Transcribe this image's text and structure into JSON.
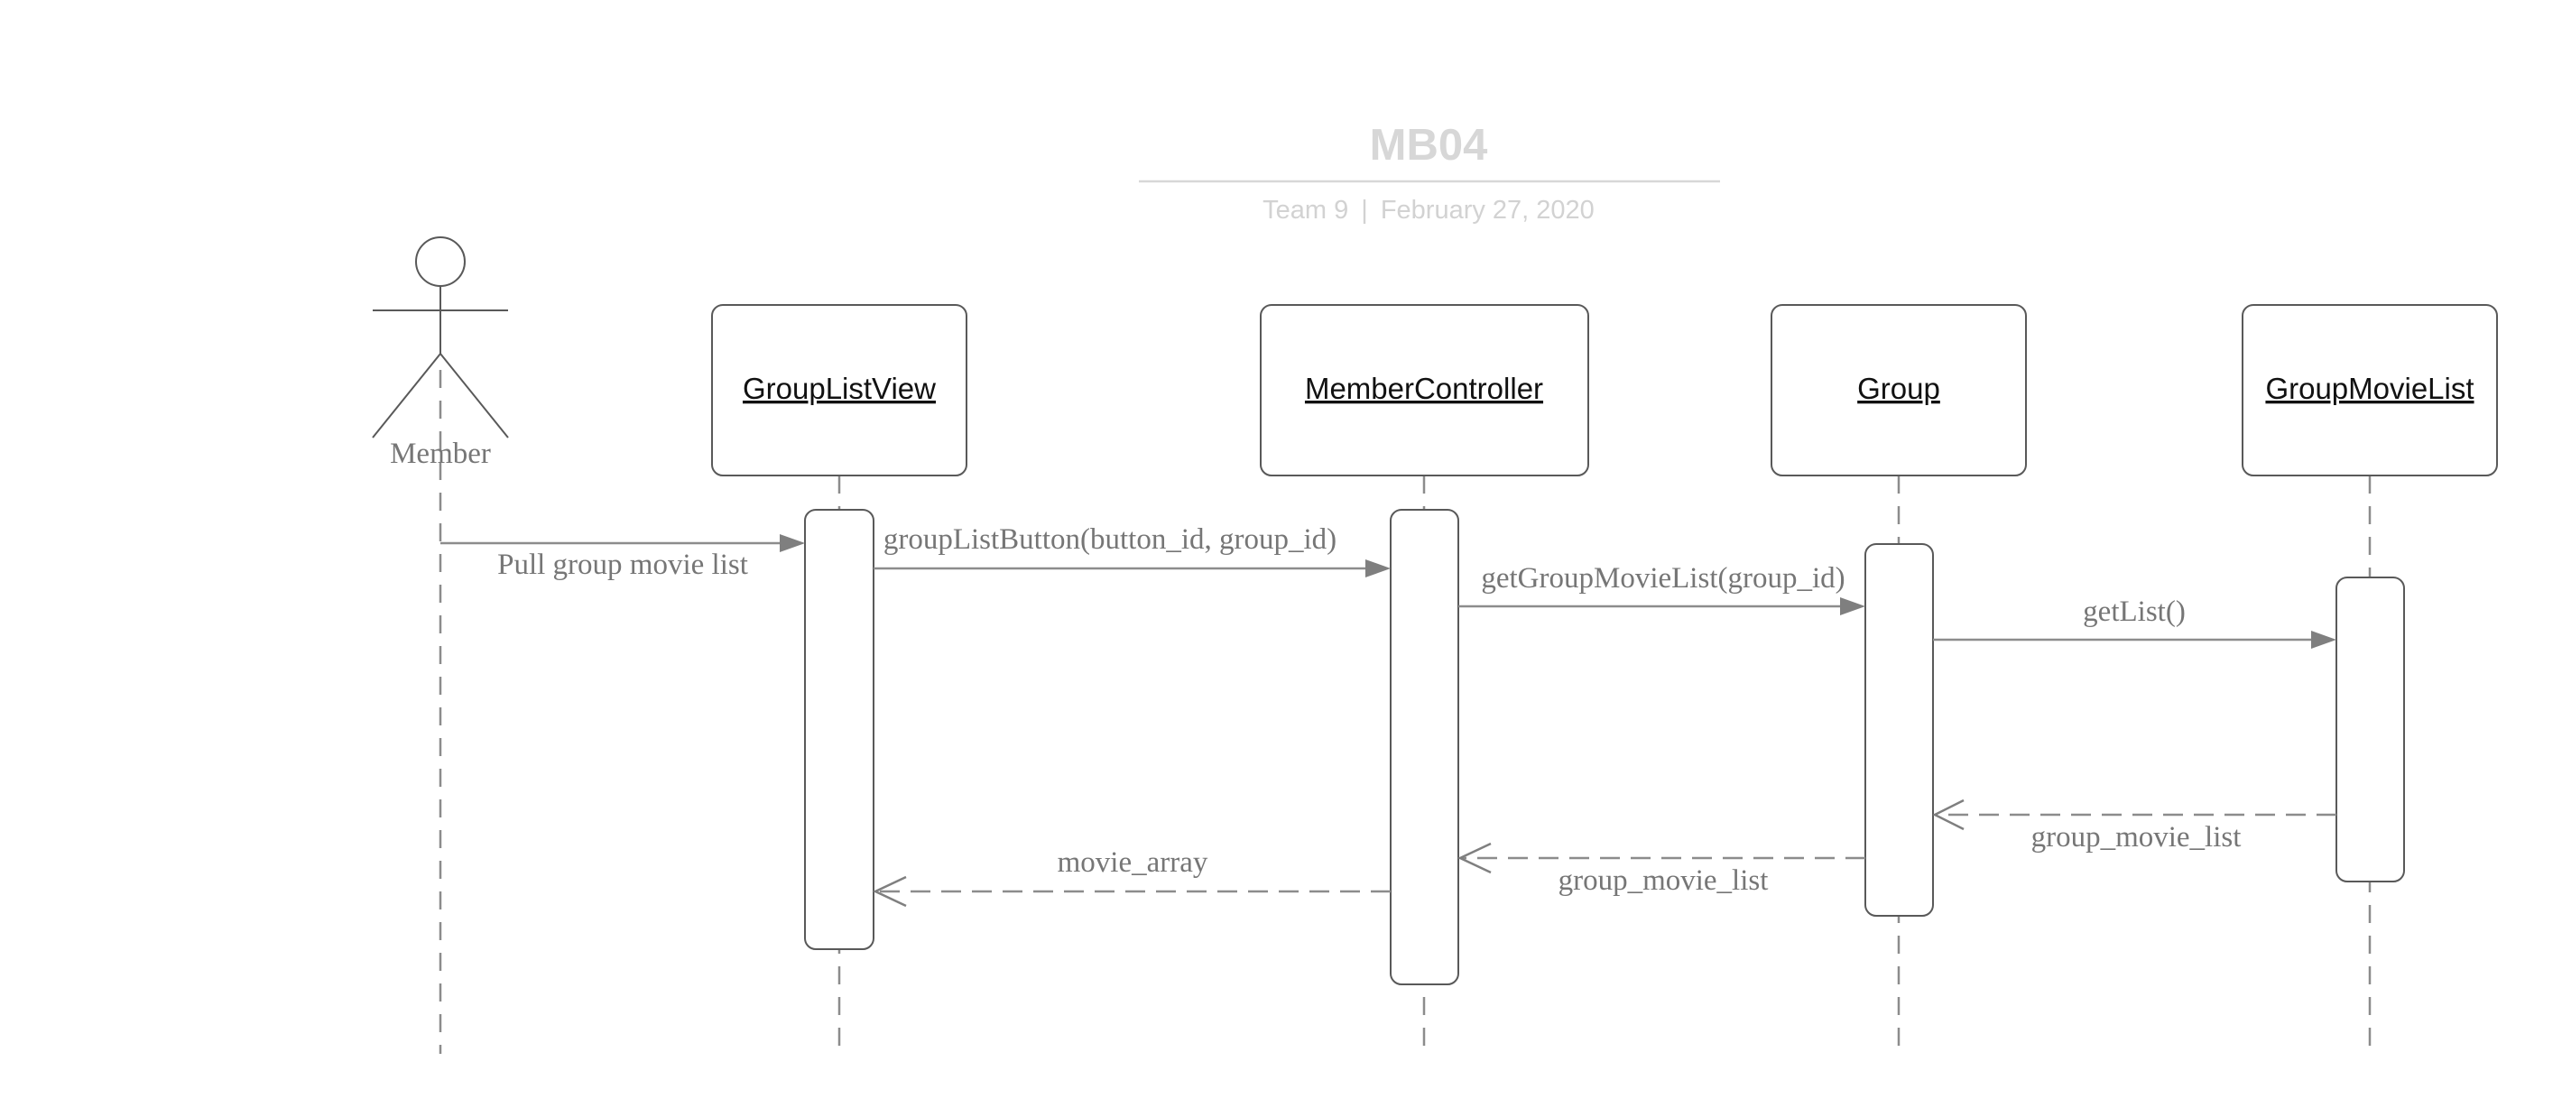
{
  "title": "MB04",
  "subtitle": {
    "team": "Team 9",
    "separator": "|",
    "date": "February 27, 2020"
  },
  "actor": {
    "label": "Member"
  },
  "lifelines": [
    {
      "id": "groupListView",
      "label": "GroupListView"
    },
    {
      "id": "memberController",
      "label": "MemberController"
    },
    {
      "id": "group",
      "label": "Group"
    },
    {
      "id": "groupMovieList",
      "label": "GroupMovieList"
    }
  ],
  "messages": [
    {
      "id": "m1",
      "label": "Pull group movie list",
      "from": "Member",
      "to": "GroupListView",
      "kind": "call"
    },
    {
      "id": "m2",
      "label": "groupListButton(button_id, group_id)",
      "from": "GroupListView",
      "to": "MemberController",
      "kind": "call"
    },
    {
      "id": "m3",
      "label": "getGroupMovieList(group_id)",
      "from": "MemberController",
      "to": "Group",
      "kind": "call"
    },
    {
      "id": "m4",
      "label": "getList()",
      "from": "Group",
      "to": "GroupMovieList",
      "kind": "call"
    },
    {
      "id": "m5",
      "label": "group_movie_list",
      "from": "GroupMovieList",
      "to": "Group",
      "kind": "return"
    },
    {
      "id": "m6",
      "label": "group_movie_list",
      "from": "Group",
      "to": "MemberController",
      "kind": "return"
    },
    {
      "id": "m7",
      "label": "movie_array",
      "from": "MemberController",
      "to": "GroupListView",
      "kind": "return"
    }
  ]
}
